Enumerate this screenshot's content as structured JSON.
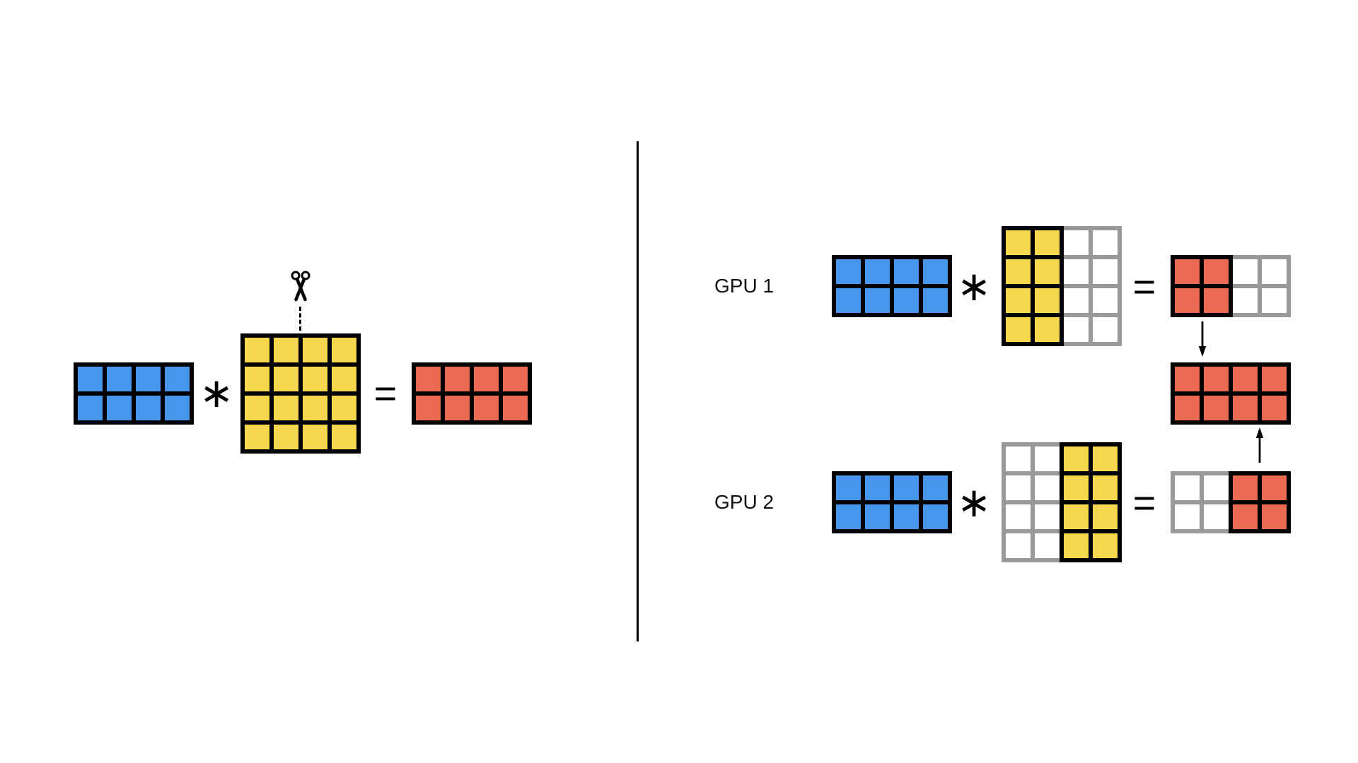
{
  "colors": {
    "blue": "#4696ec",
    "yellow": "#f6d84f",
    "red": "#eb6a52",
    "white": "#ffffff",
    "black": "#000000",
    "gray": "#999999",
    "background": "#ffffff",
    "divider": "#000000"
  },
  "operators": {
    "multiply": "∗",
    "equals": "="
  },
  "labels": {
    "gpu1": "GPU 1",
    "gpu2": "GPU 2"
  },
  "icons": {
    "scissors": "scissors-icon",
    "arrow_down": "down-arrow-icon",
    "arrow_up": "up-arrow-icon"
  },
  "matrices": {
    "input_full": {
      "rows": 2,
      "cols": 4,
      "regions": [
        {
          "col_start": 0,
          "col_end": 3,
          "fill": "blue",
          "stroke": "black"
        }
      ]
    },
    "weight_full": {
      "rows": 4,
      "cols": 4,
      "regions": [
        {
          "col_start": 0,
          "col_end": 3,
          "fill": "yellow",
          "stroke": "black"
        }
      ]
    },
    "output_full": {
      "rows": 2,
      "cols": 4,
      "regions": [
        {
          "col_start": 0,
          "col_end": 3,
          "fill": "red",
          "stroke": "black"
        }
      ]
    },
    "gpu1_weight_shard": {
      "rows": 4,
      "cols": 4,
      "regions": [
        {
          "col_start": 2,
          "col_end": 3,
          "fill": "white",
          "stroke": "gray"
        },
        {
          "col_start": 0,
          "col_end": 1,
          "fill": "yellow",
          "stroke": "black"
        }
      ]
    },
    "gpu1_partial_output": {
      "rows": 2,
      "cols": 4,
      "regions": [
        {
          "col_start": 2,
          "col_end": 3,
          "fill": "white",
          "stroke": "gray"
        },
        {
          "col_start": 0,
          "col_end": 1,
          "fill": "red",
          "stroke": "black"
        }
      ]
    },
    "gpu2_weight_shard": {
      "rows": 4,
      "cols": 4,
      "regions": [
        {
          "col_start": 0,
          "col_end": 1,
          "fill": "white",
          "stroke": "gray"
        },
        {
          "col_start": 2,
          "col_end": 3,
          "fill": "yellow",
          "stroke": "black"
        }
      ]
    },
    "gpu2_partial_output": {
      "rows": 2,
      "cols": 4,
      "regions": [
        {
          "col_start": 0,
          "col_end": 1,
          "fill": "white",
          "stroke": "gray"
        },
        {
          "col_start": 2,
          "col_end": 3,
          "fill": "red",
          "stroke": "black"
        }
      ]
    },
    "combined_output": {
      "rows": 2,
      "cols": 4,
      "regions": [
        {
          "col_start": 0,
          "col_end": 3,
          "fill": "red",
          "stroke": "black"
        }
      ]
    }
  }
}
